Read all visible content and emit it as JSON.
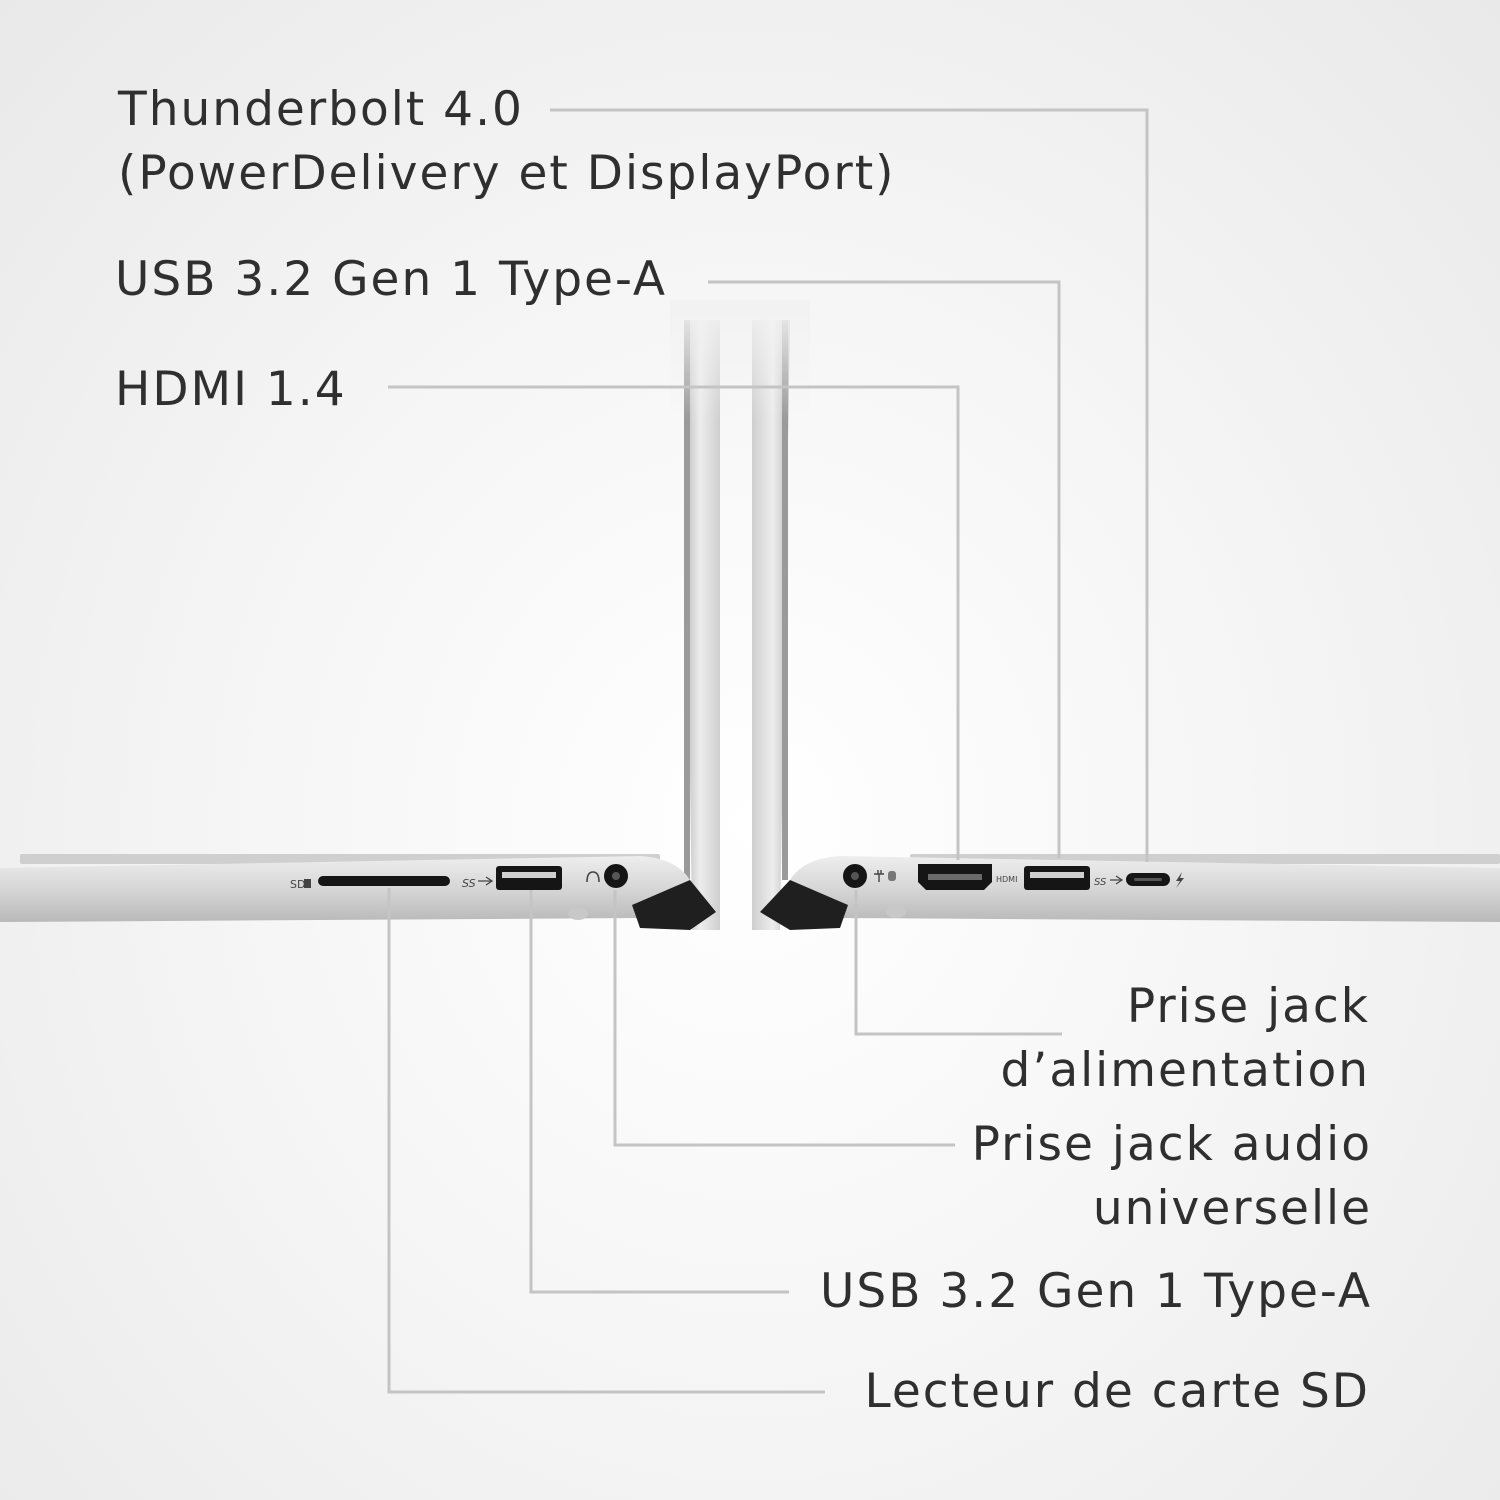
{
  "labels": {
    "thunderbolt": {
      "line1": "Thunderbolt 4.0",
      "line2": "(PowerDelivery et DisplayPort)"
    },
    "usb_right": "USB 3.2 Gen 1 Type-A",
    "hdmi": "HDMI 1.4",
    "power_jack": {
      "line1": "Prise jack",
      "line2": "d’alimentation"
    },
    "audio_jack": {
      "line1": "Prise jack audio",
      "line2": "universelle"
    },
    "usb_left": "USB 3.2 Gen 1 Type-A",
    "sd_reader": "Lecteur de carte SD"
  },
  "port_glyphs": {
    "sd": "SD",
    "ss_left": "SS",
    "ss_right": "SS",
    "hdmi": "HDMI"
  },
  "colors": {
    "text": "#2f2f2f",
    "leader_line": "#c4c4c4",
    "laptop_body": "#d9d9d9",
    "port_black": "#151515"
  }
}
